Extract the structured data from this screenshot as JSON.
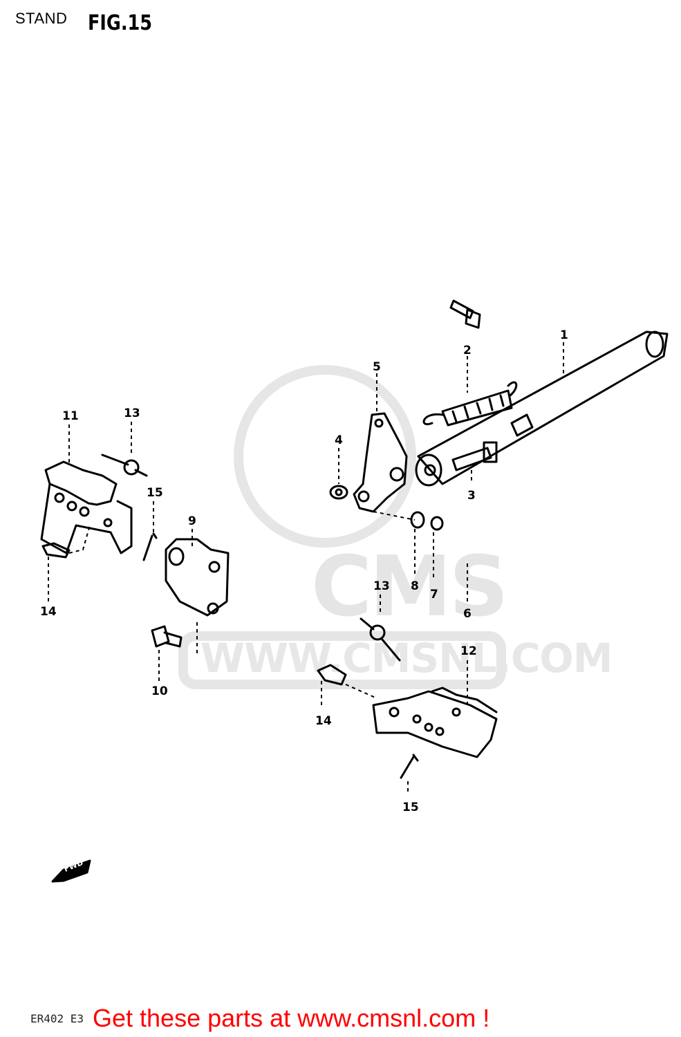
{
  "header": {
    "section_title": "STAND",
    "figure_label": "FIG.15"
  },
  "watermark": {
    "brand": "CMS",
    "url": "WWW.CMSNL.COM"
  },
  "callouts": [
    "1",
    "2",
    "3",
    "4",
    "5",
    "6",
    "7",
    "8",
    "9",
    "10",
    "11",
    "12",
    "13",
    "13",
    "14",
    "14",
    "15",
    "15"
  ],
  "footer": {
    "code": "ER402 E3",
    "cta": "Get these parts at www.cmsnl.com !",
    "cta_color": "#ff0000"
  },
  "direction_marker": "FWD"
}
